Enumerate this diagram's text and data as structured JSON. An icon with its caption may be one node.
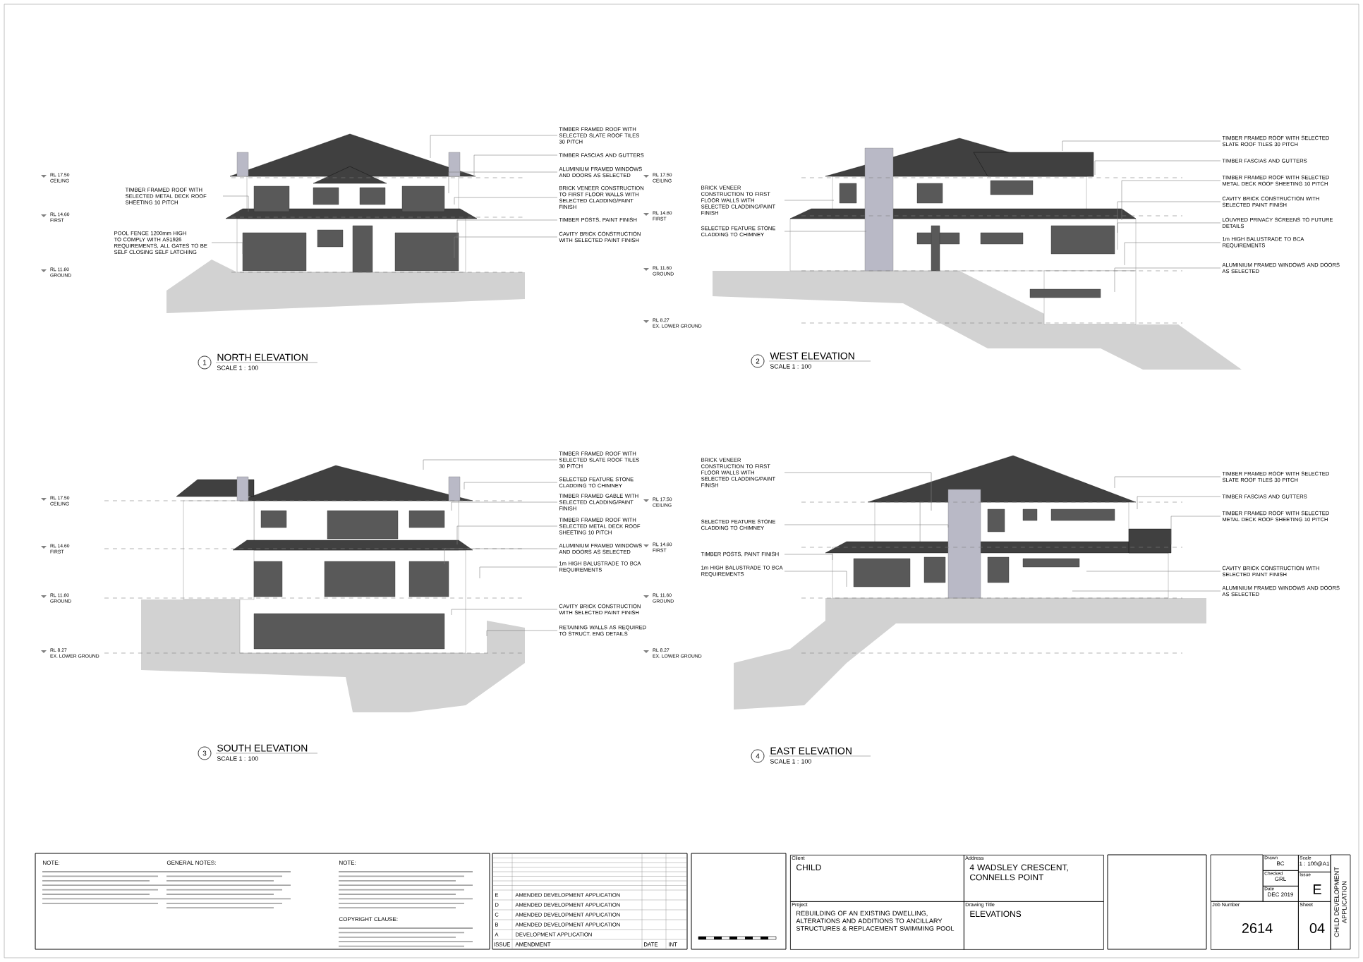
{
  "diagram": {
    "nodes": [
      {
        "text": [
          "1"
        ],
        "beside": [
          "NORTH ELEVATION",
          "SCALE 1 : 100"
        ]
      },
      {
        "text": [
          "TIMBER FRAMED ROOF WITH SELECTED METAL DECK ROOF SHEETING 10 PITCH"
        ]
      },
      {
        "text": [
          "POOL FENCE 1200mm HIGH TO COMPLY WITH AS1926 REQUIREMENTS, ALL GATES TO BE SELF CLOSING SELF LATCHING"
        ]
      },
      {
        "text": [
          "TIMBER FRAMED ROOF WITH SELECTED SLATE ROOF TILES 30 PITCH"
        ]
      },
      {
        "text": [
          "TIMBER FASCIAS AND GUTTERS"
        ]
      },
      {
        "text": [
          "ALUMINIUM FRAMED WINDOWS AND DOORS AS SELECTED"
        ]
      },
      {
        "text": [
          "BRICK VENEER CONSTRUCTION TO FIRST FLOOR WALLS WITH SELECTED CLADDING/PAINT FINISH"
        ]
      },
      {
        "text": [
          "TIMBER POSTS, PAINT FINISH"
        ]
      },
      {
        "text": [
          "CAVITY BRICK CONSTRUCTION WITH SELECTED PAINT FINISH"
        ]
      },
      {
        "text": [
          "2"
        ],
        "beside": [
          "WEST ELEVATION",
          "SCALE 1 : 100"
        ]
      },
      {
        "text": [
          "BRICK VENEER CONSTRUCTION TO FIRST FLOOR WALLS WITH SELECTED CLADDING/PAINT FINISH"
        ]
      },
      {
        "text": [
          "SELECTED FEATURE STONE CLADDING TO CHIMNEY"
        ]
      },
      {
        "text": [
          "TIMBER FRAMED ROOF WITH SELECTED SLATE ROOF TILES 30 PITCH"
        ]
      },
      {
        "text": [
          "TIMBER FASCIAS AND GUTTERS"
        ]
      },
      {
        "text": [
          "TIMBER FRAMED ROOF WITH SELECTED METAL DECK ROOF SHEETING 10 PITCH"
        ]
      },
      {
        "text": [
          "CAVITY BRICK CONSTRUCTION WITH SELECTED PAINT FINISH"
        ]
      },
      {
        "text": [
          "LOUVRED PRIVACY SCREENS TO FUTURE DETAILS"
        ]
      },
      {
        "text": [
          "1m HIGH BALUSTRADE TO BCA REQUIREMENTS"
        ]
      },
      {
        "text": [
          "ALUMINIUM FRAMED WINDOWS AND DOORS AS SELECTED"
        ]
      },
      {
        "text": [
          "3"
        ],
        "beside": [
          "SOUTH ELEVATION",
          "SCALE 1 : 100"
        ]
      },
      {
        "text": [
          "TIMBER FRAMED ROOF WITH SELECTED SLATE ROOF TILES 30 PITCH"
        ]
      },
      {
        "text": [
          "SELECTED FEATURE STONE CLADDING TO CHIMNEY"
        ]
      },
      {
        "text": [
          "TIMBER FRAMED GABLE WITH SELECTED CLADDING/PAINT FINISH"
        ]
      },
      {
        "text": [
          "TIMBER FRAMED ROOF WITH SELECTED METAL DECK ROOF SHEETING 10 PITCH"
        ]
      },
      {
        "text": [
          "ALUMINIUM FRAMED WINDOWS AND DOORS AS SELECTED"
        ]
      },
      {
        "text": [
          "1m HIGH BALUSTRADE TO BCA REQUIREMENTS"
        ]
      },
      {
        "text": [
          "CAVITY BRICK CONSTRUCTION WITH SELECTED PAINT FINISH"
        ]
      },
      {
        "text": [
          "RETAINING WALLS AS REQUIRED TO STRUCT. ENG DETAILS"
        ]
      },
      {
        "text": [
          "4"
        ],
        "beside": [
          "EAST ELEVATION",
          "SCALE 1 : 100"
        ]
      },
      {
        "text": [
          "BRICK VENEER CONSTRUCTION TO FIRST FLOOR WALLS WITH SELECTED CLADDING/PAINT FINISH"
        ]
      },
      {
        "text": [
          "SELECTED FEATURE STONE CLADDING TO CHIMNEY"
        ]
      },
      {
        "text": [
          "TIMBER POSTS, PAINT FINISH"
        ]
      },
      {
        "text": [
          "1m HIGH BALUSTRADE TO BCA REQUIREMENTS"
        ]
      },
      {
        "text": [
          "TIMBER FRAMED ROOF WITH SELECTED SLATE ROOF TILES 30 PITCH"
        ]
      },
      {
        "text": [
          "TIMBER FASCIAS AND GUTTERS"
        ]
      },
      {
        "text": [
          "TIMBER FRAMED ROOF WITH SELECTED METAL DECK ROOF SHEETING 10 PITCH"
        ]
      },
      {
        "text": [
          "CAVITY BRICK CONSTRUCTION WITH SELECTED PAINT FINISH"
        ]
      },
      {
        "text": [
          "ALUMINIUM FRAMED WINDOWS AND DOORS AS SELECTED"
        ]
      },
      {
        "text": [
          "NOTE:",
          "GENERAL NOTES:",
          "NOTE:",
          "COPYRIGHT CLAUSE:"
        ]
      },
      {
        "text": [
          "Client",
          "CHILD"
        ]
      },
      {
        "text": [
          "Address",
          "4 WADSLEY CRESCENT, CONNELLS POINT"
        ]
      },
      {
        "text": [
          "Project",
          "REBUILDING OF AN EXISTING DWELLING, ALTERATIONS AND ADDITIONS TO ANCILLARY STRUCTURES & REPLACEMENT SWIMMING POOL"
        ]
      },
      {
        "text": [
          "Drawing Title",
          "ELEVATIONS"
        ]
      },
      {
        "text": [
          "Drawn",
          "BC"
        ]
      },
      {
        "text": [
          "Scale",
          "1 : 100@A1"
        ]
      },
      {
        "text": [
          "Checked",
          "GRL"
        ]
      },
      {
        "text": [
          "Date",
          "DEC 2019"
        ]
      },
      {
        "text": [
          "Issue",
          "E"
        ]
      },
      {
        "text": [
          "Job Number",
          "2614"
        ]
      },
      {
        "text": [
          "Sheet",
          "04"
        ]
      },
      {
        "text": [
          "CHILD DEVELOPMENT APPLICATION"
        ]
      }
    ],
    "edges": [
      {
        "from": 1,
        "to": null,
        "arrow": "none"
      },
      {
        "from": 2,
        "to": null,
        "arrow": "none"
      },
      {
        "from": 3,
        "to": null,
        "arrow": "none"
      },
      {
        "from": 4,
        "to": null,
        "arrow": "none"
      },
      {
        "from": 5,
        "to": null,
        "arrow": "none"
      },
      {
        "from": 6,
        "to": null,
        "arrow": "none"
      },
      {
        "from": 7,
        "to": null,
        "arrow": "none"
      },
      {
        "from": 8,
        "to": null,
        "arrow": "none"
      },
      {
        "from": 10,
        "to": null,
        "arrow": "none"
      },
      {
        "from": 11,
        "to": null,
        "arrow": "none"
      },
      {
        "from": 12,
        "to": null,
        "arrow": "none"
      },
      {
        "from": 13,
        "to": null,
        "arrow": "none"
      },
      {
        "from": 14,
        "to": null,
        "arrow": "none"
      },
      {
        "from": 15,
        "to": null,
        "arrow": "none"
      },
      {
        "from": 16,
        "to": null,
        "arrow": "none"
      },
      {
        "from": 17,
        "to": null,
        "arrow": "none"
      },
      {
        "from": 18,
        "to": null,
        "arrow": "none"
      },
      {
        "from": 20,
        "to": null,
        "arrow": "none"
      },
      {
        "from": 21,
        "to": null,
        "arrow": "none"
      },
      {
        "from": 22,
        "to": null,
        "arrow": "none"
      },
      {
        "from": 23,
        "to": null,
        "arrow": "none"
      },
      {
        "from": 24,
        "to": null,
        "arrow": "none"
      },
      {
        "from": 25,
        "to": null,
        "arrow": "none"
      },
      {
        "from": 26,
        "to": null,
        "arrow": "none"
      },
      {
        "from": 27,
        "to": null,
        "arrow": "none"
      },
      {
        "from": 29,
        "to": null,
        "arrow": "none"
      },
      {
        "from": 30,
        "to": null,
        "arrow": "none"
      },
      {
        "from": 31,
        "to": null,
        "arrow": "none"
      },
      {
        "from": 32,
        "to": null,
        "arrow": "none"
      },
      {
        "from": 33,
        "to": null,
        "arrow": "none"
      },
      {
        "from": 34,
        "to": null,
        "arrow": "none"
      },
      {
        "from": 35,
        "to": null,
        "arrow": "none"
      },
      {
        "from": 36,
        "to": null,
        "arrow": "none"
      },
      {
        "from": 37,
        "to": null,
        "arrow": "none"
      }
    ],
    "labels": [
      "RL 17.50",
      "CEILING",
      "RL 14.60",
      "FIRST",
      "RL 11.60",
      "GROUND",
      "RL 17.50",
      "CEILING",
      "RL 14.60",
      "FIRST",
      "RL 11.60",
      "GROUND",
      "RL 8.27",
      "EX. LOWER GROUND",
      "RL 17.50",
      "CEILING",
      "RL 14.60",
      "FIRST",
      "RL 11.60",
      "GROUND",
      "RL 8.27",
      "EX. LOWER GROUND",
      "RL 17.50",
      "CEILING",
      "RL 14.60",
      "FIRST",
      "RL 11.60",
      "GROUND",
      "RL 8.27",
      "EX. LOWER GROUND",
      "E",
      "AMENDED DEVELOPMENT APPLICATION",
      "D",
      "AMENDED DEVELOPMENT APPLICATION",
      "C",
      "AMENDED DEVELOPMENT APPLICATION",
      "B",
      "AMENDED DEVELOPMENT APPLICATION",
      "A",
      "DEVELOPMENT APPLICATION",
      "ISSUE",
      "AMENDMENT",
      "DATE",
      "INT"
    ]
  }
}
